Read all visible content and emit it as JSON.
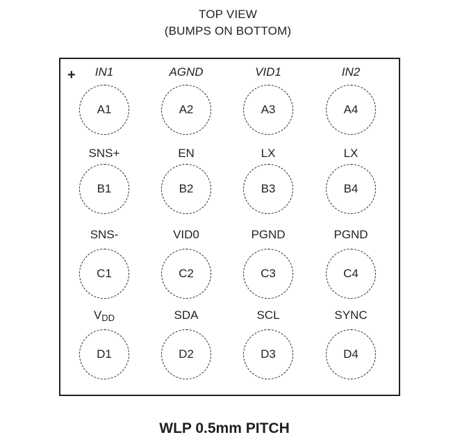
{
  "header": {
    "title": "TOP VIEW",
    "subtitle": "(BUMPS ON BOTTOM)"
  },
  "package": {
    "pin1_marker": "+"
  },
  "rows": [
    {
      "row": "A",
      "pins": [
        {
          "id": "A1",
          "name": "IN1",
          "italic": true
        },
        {
          "id": "A2",
          "name": "AGND",
          "italic": true
        },
        {
          "id": "A3",
          "name": "VID1",
          "italic": true
        },
        {
          "id": "A4",
          "name": "IN2",
          "italic": true
        }
      ]
    },
    {
      "row": "B",
      "pins": [
        {
          "id": "B1",
          "name": "SNS+",
          "italic": false
        },
        {
          "id": "B2",
          "name": "EN",
          "italic": false
        },
        {
          "id": "B3",
          "name": "LX",
          "italic": false
        },
        {
          "id": "B4",
          "name": "LX",
          "italic": false
        }
      ]
    },
    {
      "row": "C",
      "pins": [
        {
          "id": "C1",
          "name": "SNS-",
          "italic": false
        },
        {
          "id": "C2",
          "name": "VID0",
          "italic": false
        },
        {
          "id": "C3",
          "name": "PGND",
          "italic": false
        },
        {
          "id": "C4",
          "name": "PGND",
          "italic": false
        }
      ]
    },
    {
      "row": "D",
      "pins": [
        {
          "id": "D1",
          "name": "V",
          "subscript": "DD",
          "italic": false
        },
        {
          "id": "D2",
          "name": "SDA",
          "italic": false
        },
        {
          "id": "D3",
          "name": "SCL",
          "italic": false
        },
        {
          "id": "D4",
          "name": "SYNC",
          "italic": false
        }
      ]
    }
  ],
  "footer": {
    "caption": "WLP 0.5mm PITCH"
  }
}
